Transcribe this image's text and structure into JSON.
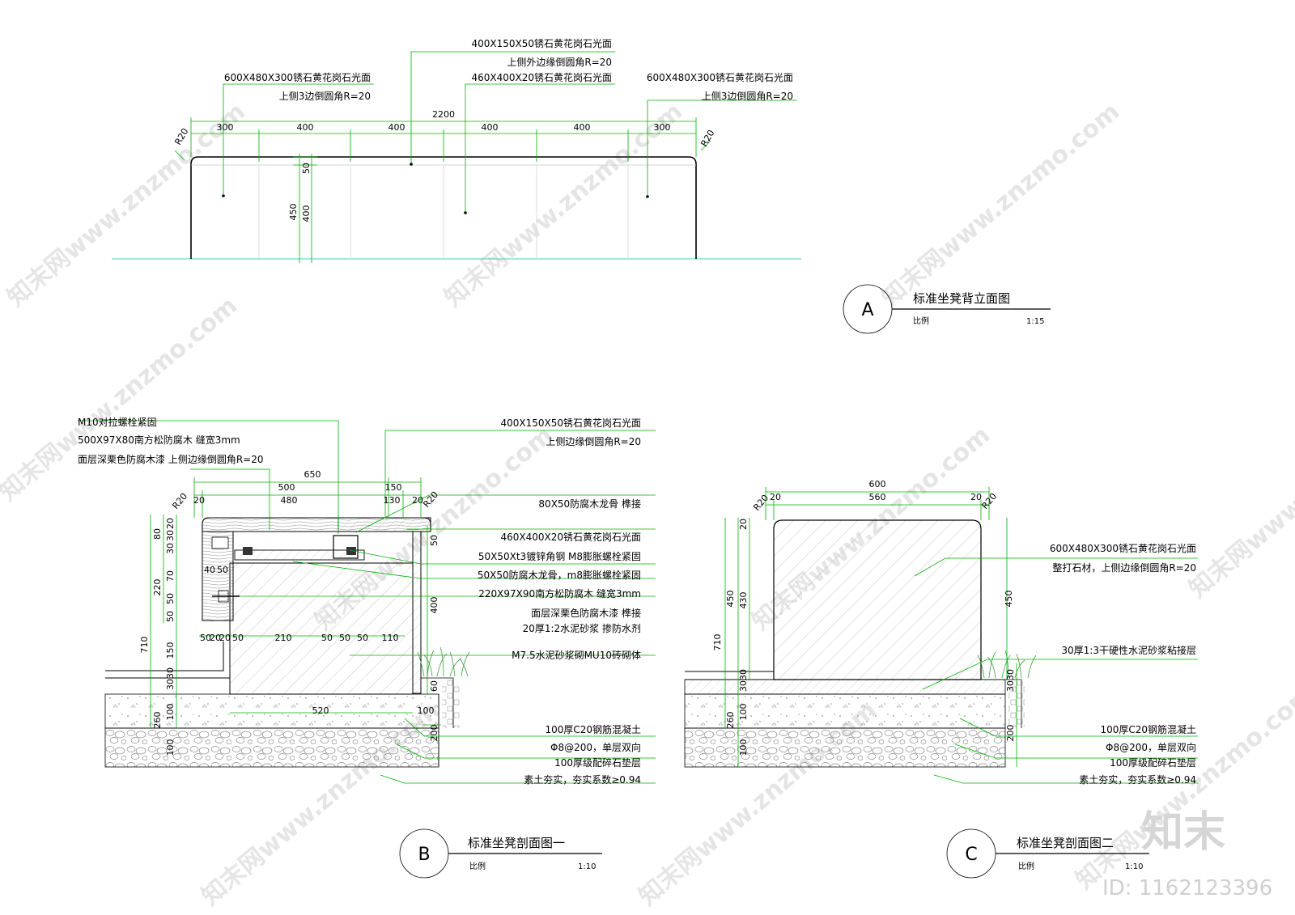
{
  "drawing_a": {
    "callouts": {
      "left_stone_line1": "600X480X300锈石黄花岗石光面",
      "left_stone_line2": "上侧3边倒圆角R=20",
      "top_slab_line1": "400X150X50锈石黄花岗石光面",
      "top_slab_line2": "上侧外边缘倒圆角R=20",
      "mid_panel": "460X400X20锈石黄花岗石光面",
      "right_stone_line1": "600X480X300锈石黄花岗石光面",
      "right_stone_line2": "上侧3边倒圆角R=20"
    },
    "dims": {
      "overall": "2200",
      "seg1": "300",
      "seg2": "400",
      "seg3": "400",
      "seg4": "400",
      "seg5": "400",
      "seg6": "300",
      "r_left": "R20",
      "r_right": "R20",
      "v_top": "50",
      "v_panel": "400",
      "v_total": "450"
    },
    "title_block": {
      "letter": "A",
      "title": "标准坐凳背立面图",
      "scale_label": "比例",
      "scale": "1:15"
    }
  },
  "drawing_b": {
    "callouts": {
      "bolt": "M10对拉螺栓紧固",
      "wood1": "500X97X80南方松防腐木 缝宽3mm",
      "wood2": "面层深栗色防腐木漆 上侧边缘倒圆角R=20",
      "top_slab_line1": "400X150X50锈石黄花岗石光面",
      "top_slab_line2": "上侧边缘倒圆角R=20",
      "keel": "80X50防腐木龙骨 榫接",
      "panel": "460X400X20锈石黄花岗石光面",
      "angle_steel": "50X50Xt3镀锌角钢 M8膨胀螺栓紧固",
      "wood_keel": "50X50防腐木龙骨，m8膨胀螺栓紧固",
      "wood3": "220X97X90南方松防腐木 缝宽3mm",
      "paint": "面层深栗色防腐木漆 榫接",
      "mortar": "20厚1:2水泥砂浆 掺防水剂",
      "brick": "M7.5水泥砂浆砌MU10砖砌体",
      "concrete": "100厚C20钢筋混凝土",
      "rebar": "Φ8@200，单层双向",
      "gravel": "100厚级配碎石垫层",
      "soil": "素土夯实，夯实系数≥0.94"
    },
    "dims": {
      "w650": "650",
      "w500": "500",
      "w480": "480",
      "w150": "150",
      "w130": "130",
      "w20a": "20",
      "w20b": "20",
      "r_left": "R20",
      "r_right": "R20",
      "left_stack": [
        "20",
        "30",
        "30",
        "80",
        "70",
        "50",
        "50",
        "150"
      ],
      "left_total_220": "220",
      "left_total_710": "710",
      "lower_stack": [
        "30",
        "30",
        "100",
        "260",
        "100"
      ],
      "bottom_row": [
        "50",
        "20",
        "20",
        "50",
        "210",
        "50",
        "50",
        "50",
        "110"
      ],
      "b_40": "40",
      "b_50": "50",
      "right_50": "50",
      "right_400": "400",
      "right_60": "60",
      "w520": "520",
      "w100": "100",
      "v200": "200"
    },
    "title_block": {
      "letter": "B",
      "title": "标准坐凳剖面图一",
      "scale_label": "比例",
      "scale": "1:10"
    }
  },
  "drawing_c": {
    "callouts": {
      "stone_line1": "600X480X300锈石黄花岗石光面",
      "stone_line2": "整打石材，上侧边缘倒圆角R=20",
      "bond": "30厚1:3干硬性水泥砂浆粘接层",
      "concrete": "100厚C20钢筋混凝土",
      "rebar": "Φ8@200，单层双向",
      "gravel": "100厚级配碎石垫层",
      "soil": "素土夯实，夯实系数≥0.94"
    },
    "dims": {
      "w600": "600",
      "w560": "560",
      "w20a": "20",
      "w20b": "20",
      "r_left": "R20",
      "r_right": "R20",
      "l20": "20",
      "l430": "430",
      "l450": "450",
      "l710": "710",
      "l_stack": [
        "30",
        "30",
        "100",
        "260",
        "100"
      ],
      "r450": "450",
      "r30a": "30",
      "r30b": "30",
      "r200": "200"
    },
    "title_block": {
      "letter": "C",
      "title": "标准坐凳剖面图二",
      "scale_label": "比例",
      "scale": "1:10"
    }
  },
  "watermark": {
    "text": "知末网www.znzmo.com",
    "logo": "知末",
    "id_label": "ID: 1162123396"
  },
  "colors": {
    "line": "#000000",
    "dim": "#00b000",
    "hatch": "#9a9a9a",
    "grass": "#3aa03a",
    "watermark": "#cfcfcf"
  }
}
